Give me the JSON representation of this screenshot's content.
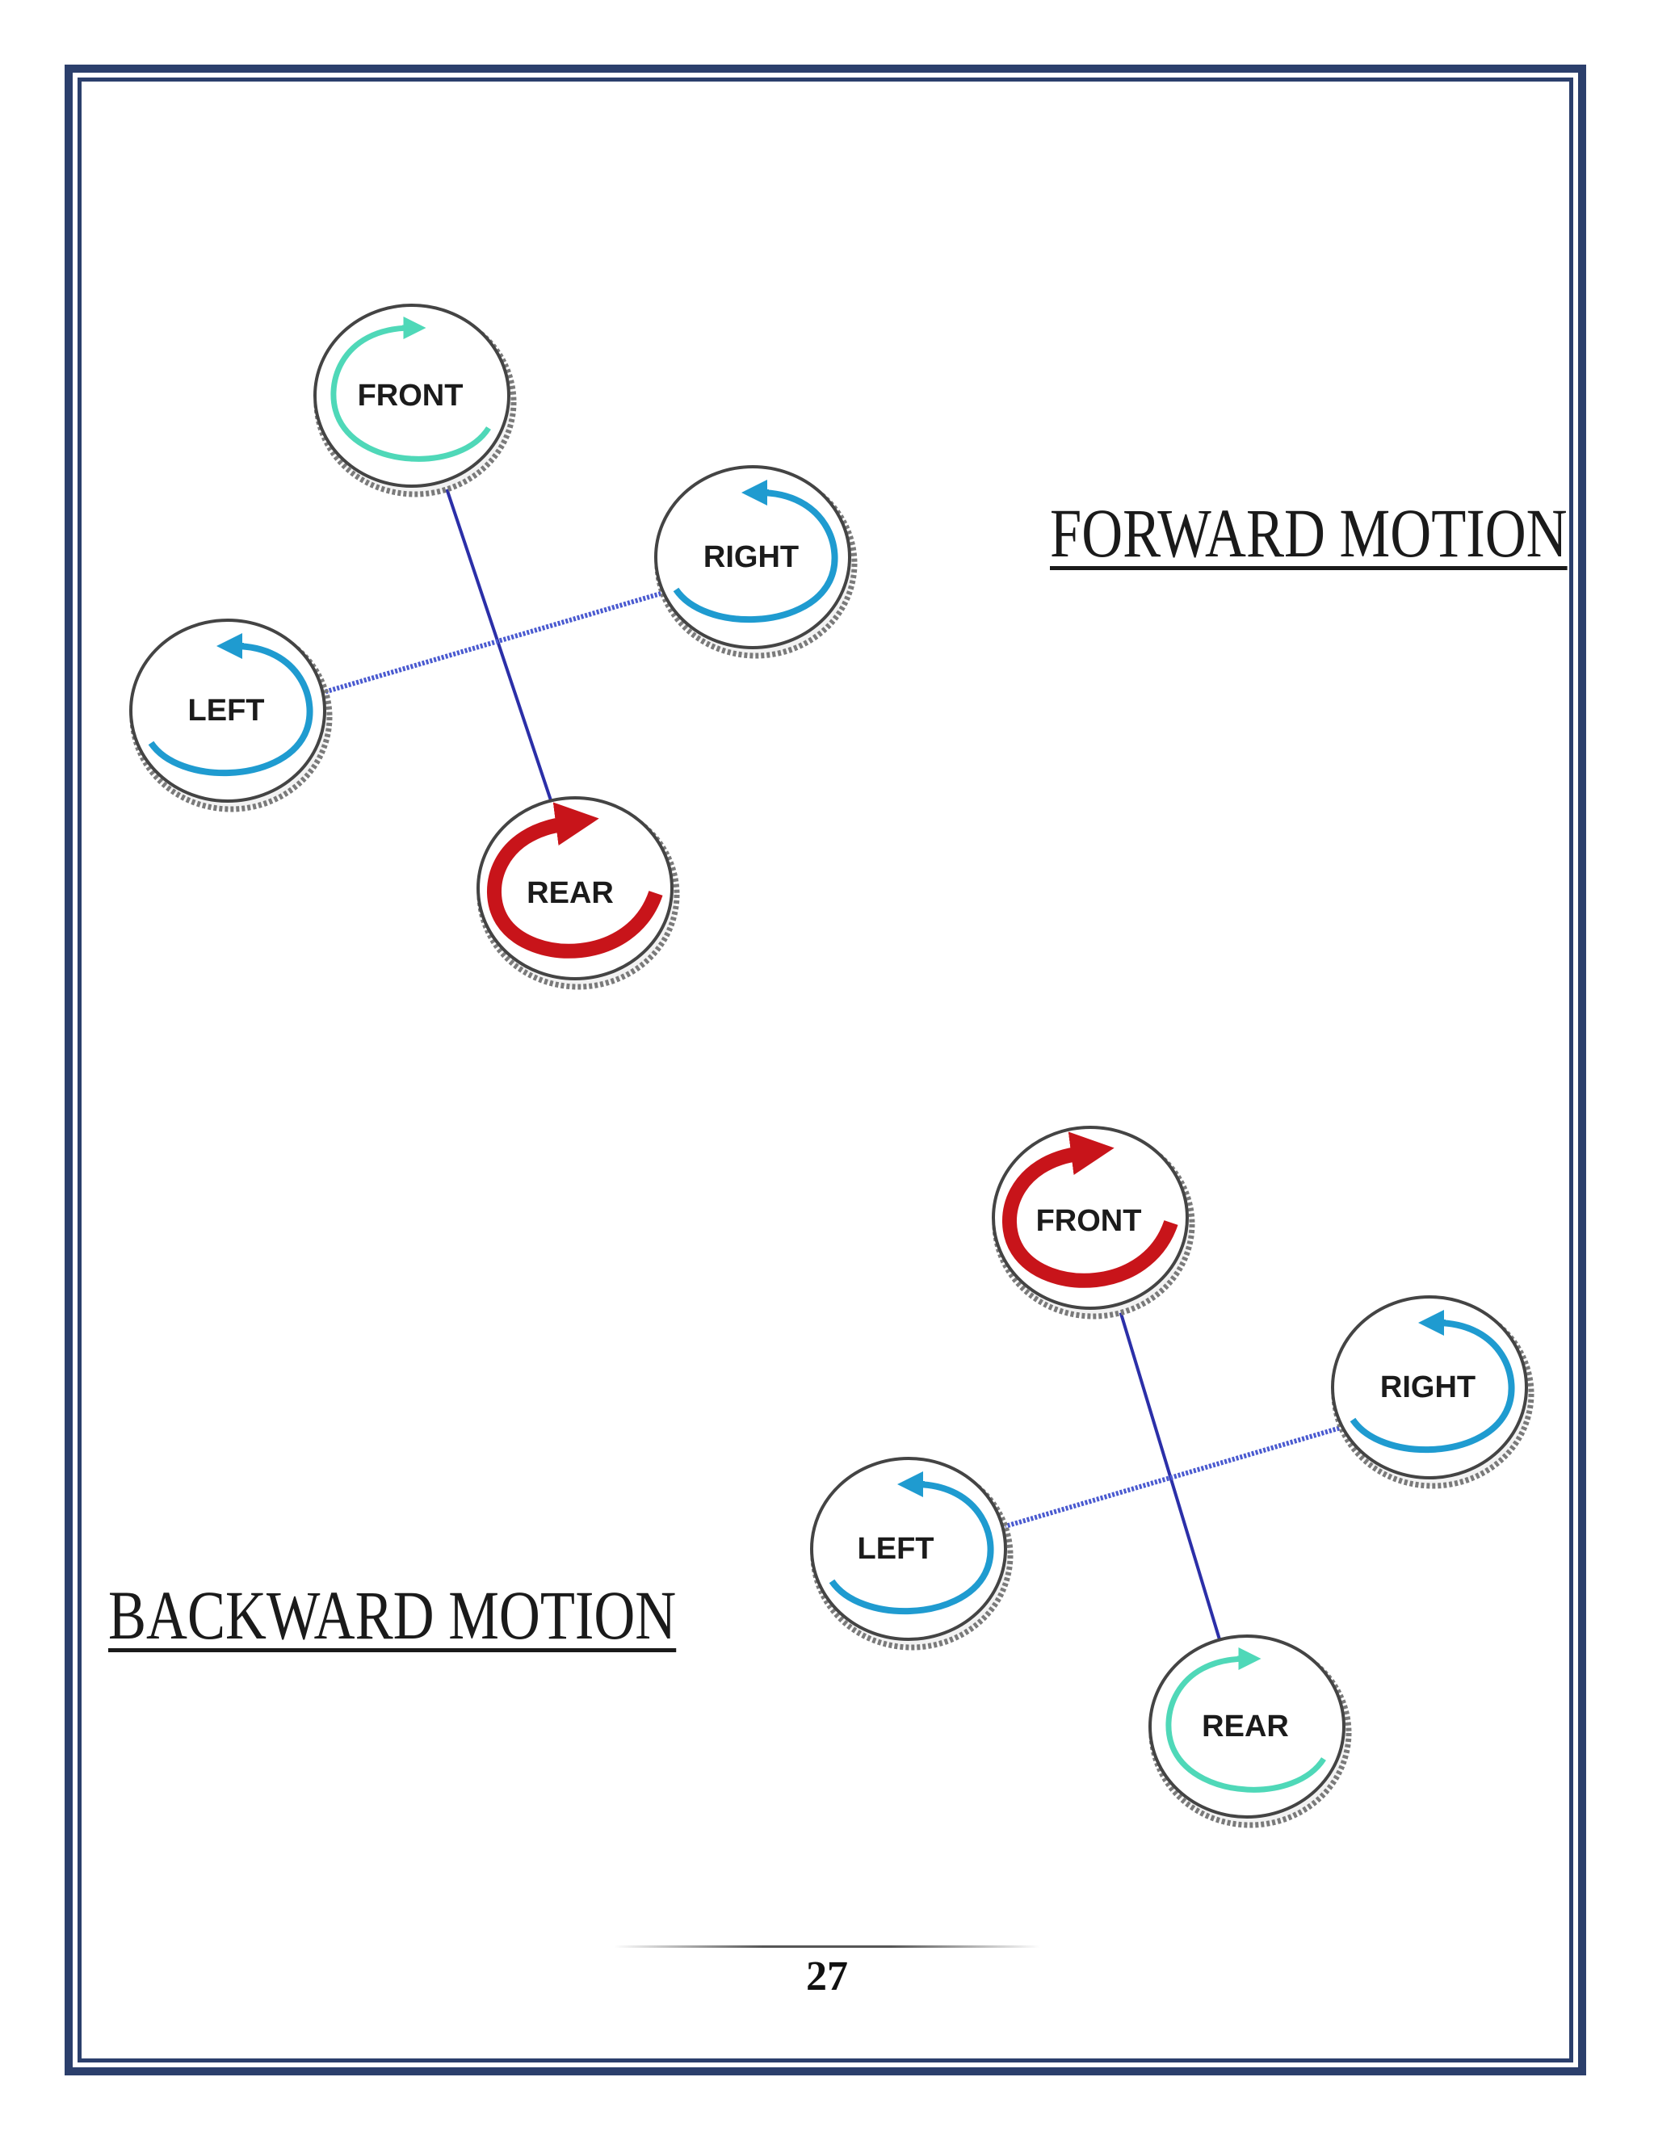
{
  "colors": {
    "frame": "#2b3f6c",
    "arm": "#2b2fa8",
    "spin_fast": "#c8141a",
    "spin_normal": "#1f9bd0",
    "spin_slow": "#4fd8b8"
  },
  "forward": {
    "title": "FORWARD MOTION",
    "motors": {
      "front": {
        "label": "FRONT",
        "spin": "slow",
        "direction": "clockwise"
      },
      "right": {
        "label": "RIGHT",
        "spin": "normal",
        "direction": "counterclockwise"
      },
      "left": {
        "label": "LEFT",
        "spin": "normal",
        "direction": "counterclockwise"
      },
      "rear": {
        "label": "REAR",
        "spin": "fast",
        "direction": "clockwise"
      }
    }
  },
  "backward": {
    "title": "BACKWARD MOTION",
    "motors": {
      "front": {
        "label": "FRONT",
        "spin": "fast",
        "direction": "clockwise"
      },
      "right": {
        "label": "RIGHT",
        "spin": "normal",
        "direction": "counterclockwise"
      },
      "left": {
        "label": "LEFT",
        "spin": "normal",
        "direction": "counterclockwise"
      },
      "rear": {
        "label": "REAR",
        "spin": "slow",
        "direction": "clockwise"
      }
    }
  },
  "page_number": "27"
}
